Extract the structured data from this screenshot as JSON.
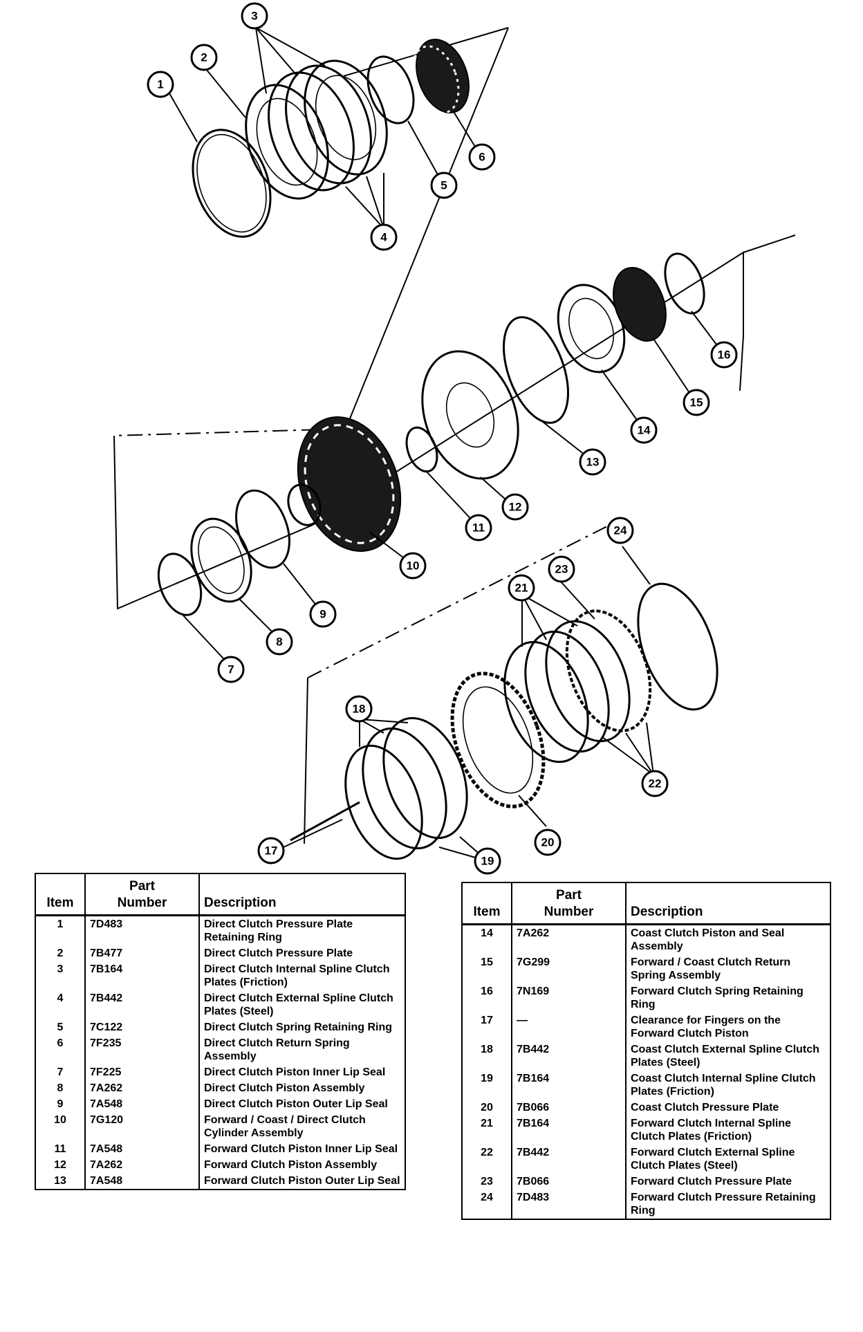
{
  "callouts": [
    "1",
    "2",
    "3",
    "4",
    "5",
    "6",
    "7",
    "8",
    "9",
    "10",
    "11",
    "12",
    "13",
    "14",
    "15",
    "16",
    "17",
    "18",
    "19",
    "20",
    "21",
    "22",
    "23",
    "24"
  ],
  "table_left": {
    "headers": {
      "item": "Item",
      "part_line1": "Part",
      "part_line2": "Number",
      "description": "Description"
    },
    "rows": [
      {
        "item": "1",
        "part": "7D483",
        "desc": "Direct Clutch Pressure Plate Retaining Ring"
      },
      {
        "item": "2",
        "part": "7B477",
        "desc": "Direct Clutch Pressure Plate"
      },
      {
        "item": "3",
        "part": "7B164",
        "desc": "Direct Clutch Internal Spline Clutch Plates (Friction)"
      },
      {
        "item": "4",
        "part": "7B442",
        "desc": "Direct Clutch External Spline Clutch Plates (Steel)"
      },
      {
        "item": "5",
        "part": "7C122",
        "desc": "Direct Clutch Spring Retaining Ring"
      },
      {
        "item": "6",
        "part": "7F235",
        "desc": "Direct Clutch Return Spring Assembly"
      },
      {
        "item": "7",
        "part": "7F225",
        "desc": "Direct Clutch Piston Inner Lip Seal"
      },
      {
        "item": "8",
        "part": "7A262",
        "desc": "Direct Clutch Piston Assembly"
      },
      {
        "item": "9",
        "part": "7A548",
        "desc": "Direct Clutch Piston Outer Lip Seal"
      },
      {
        "item": "10",
        "part": "7G120",
        "desc": "Forward / Coast / Direct Clutch Cylinder Assembly"
      },
      {
        "item": "11",
        "part": "7A548",
        "desc": "Forward Clutch Piston Inner Lip Seal"
      },
      {
        "item": "12",
        "part": "7A262",
        "desc": "Forward Clutch Piston Assembly"
      },
      {
        "item": "13",
        "part": "7A548",
        "desc": "Forward Clutch Piston Outer Lip Seal"
      }
    ]
  },
  "table_right": {
    "headers": {
      "item": "Item",
      "part_line1": "Part",
      "part_line2": "Number",
      "description": "Description"
    },
    "rows": [
      {
        "item": "14",
        "part": "7A262",
        "desc": "Coast Clutch Piston and Seal Assembly"
      },
      {
        "item": "15",
        "part": "7G299",
        "desc": "Forward / Coast Clutch Return Spring Assembly"
      },
      {
        "item": "16",
        "part": "7N169",
        "desc": "Forward Clutch Spring Retaining Ring"
      },
      {
        "item": "17",
        "part": "—",
        "desc": "Clearance for Fingers on the Forward Clutch Piston"
      },
      {
        "item": "18",
        "part": "7B442",
        "desc": "Coast Clutch External Spline Clutch Plates (Steel)"
      },
      {
        "item": "19",
        "part": "7B164",
        "desc": "Coast Clutch Internal Spline Clutch Plates (Friction)"
      },
      {
        "item": "20",
        "part": "7B066",
        "desc": "Coast Clutch Pressure Plate"
      },
      {
        "item": "21",
        "part": "7B164",
        "desc": "Forward Clutch Internal Spline Clutch Plates (Friction)"
      },
      {
        "item": "22",
        "part": "7B442",
        "desc": "Forward Clutch External Spline Clutch Plates (Steel)"
      },
      {
        "item": "23",
        "part": "7B066",
        "desc": "Forward Clutch Pressure Plate"
      },
      {
        "item": "24",
        "part": "7D483",
        "desc": "Forward Clutch Pressure Retaining Ring"
      }
    ]
  }
}
